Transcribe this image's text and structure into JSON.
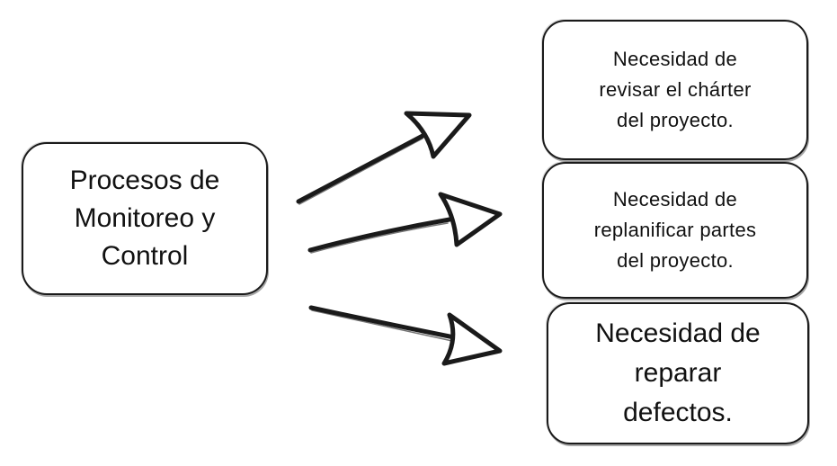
{
  "source": {
    "label": "Procesos de\nMonitoreo y\nControl"
  },
  "targets": [
    {
      "label": "Necesidad de\nrevisar el chárter\ndel proyecto."
    },
    {
      "label": "Necesidad de\nreplanificar partes\ndel proyecto."
    },
    {
      "label": "Necesidad de\nreparar\ndefectos."
    }
  ],
  "colors": {
    "stroke": "#1a1a1a",
    "background": "#ffffff",
    "text": "#111111"
  }
}
